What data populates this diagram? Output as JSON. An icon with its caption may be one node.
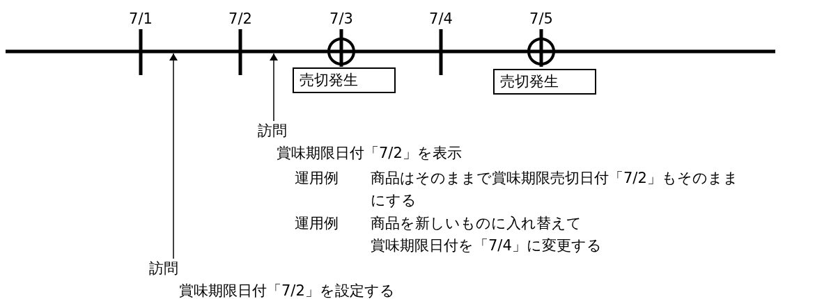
{
  "diagram": {
    "nodes": [
      {
        "text": [
          "売切発生"
        ]
      },
      {
        "text": [
          "売切発生"
        ]
      },
      {
        "text": [
          "訪問",
          "賞味期限日付「7/2」を表示",
          "運用例",
          "商品はそのままで賞味期限売切日付「7/2」もそのままにする",
          "運用例",
          "商品を新しいものに入れ替えて",
          "賞味期限日付を「7/4」に変更する"
        ]
      },
      {
        "text": [
          "訪問",
          "賞味期限日付「7/2」を設定する"
        ]
      }
    ],
    "edges": [
      {
        "from": 3,
        "to": null,
        "arrow": "to"
      },
      {
        "from": 2,
        "to": null,
        "arrow": "to"
      }
    ],
    "labels": [
      "7/1",
      "7/2",
      "7/3",
      "7/4",
      "7/5"
    ]
  }
}
